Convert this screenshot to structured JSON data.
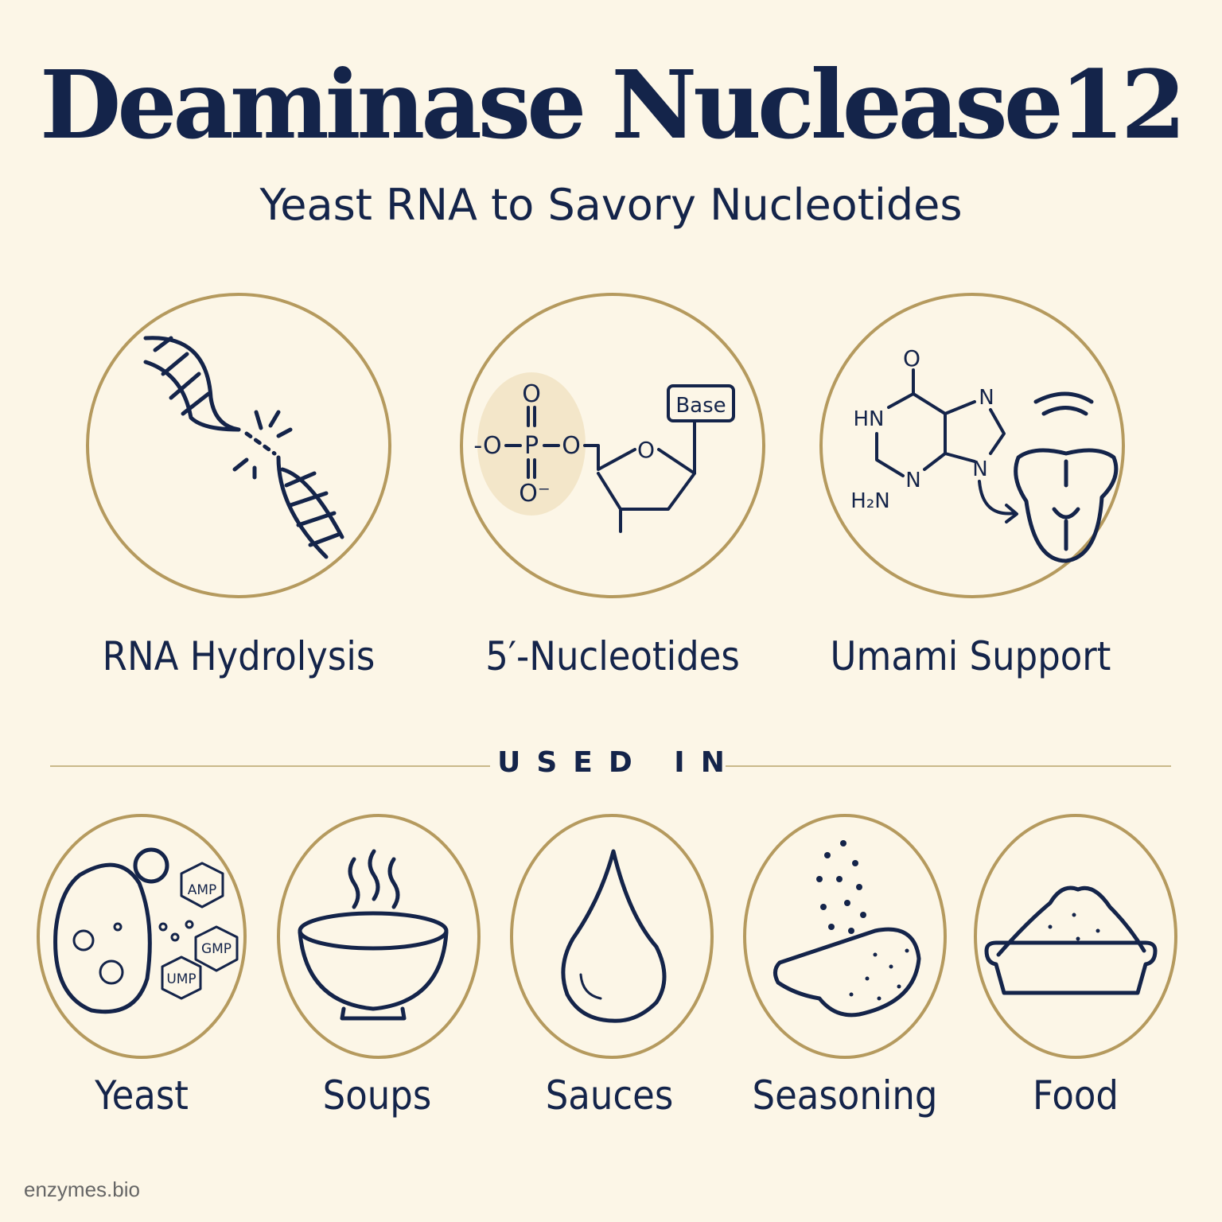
{
  "header": {
    "title": "Deaminase Nuclease12",
    "subtitle": "Yeast RNA to Savory Nucleotides"
  },
  "features": [
    {
      "label": "RNA Hydrolysis",
      "icon": "rna-cleavage-icon"
    },
    {
      "label": "5′-Nucleotides",
      "icon": "nucleotide-structure-icon",
      "chem": {
        "o_top": "O",
        "p": "P",
        "o_left": "-O",
        "o_right": "O",
        "o_bottom": "O⁻",
        "ring_o": "O",
        "base": "Base"
      }
    },
    {
      "label": "Umami Support",
      "icon": "tongue-taste-icon",
      "chem": {
        "o": "O",
        "hn": "HN",
        "n1": "N",
        "n2": "N",
        "n3": "N",
        "h2n": "H₂N"
      }
    }
  ],
  "section_label": "USED IN",
  "applications": [
    {
      "label": "Yeast",
      "icon": "yeast-cell-icon",
      "tags": [
        "AMP",
        "GMP",
        "UMP"
      ]
    },
    {
      "label": "Soups",
      "icon": "soup-bowl-icon"
    },
    {
      "label": "Sauces",
      "icon": "sauce-drop-icon"
    },
    {
      "label": "Seasoning",
      "icon": "seasoning-chip-icon"
    },
    {
      "label": "Food",
      "icon": "food-tray-icon"
    }
  ],
  "footer": "enzymes.bio",
  "colors": {
    "navy": "#14244a",
    "gold": "#b59a5e",
    "background": "#fcf6e7"
  }
}
